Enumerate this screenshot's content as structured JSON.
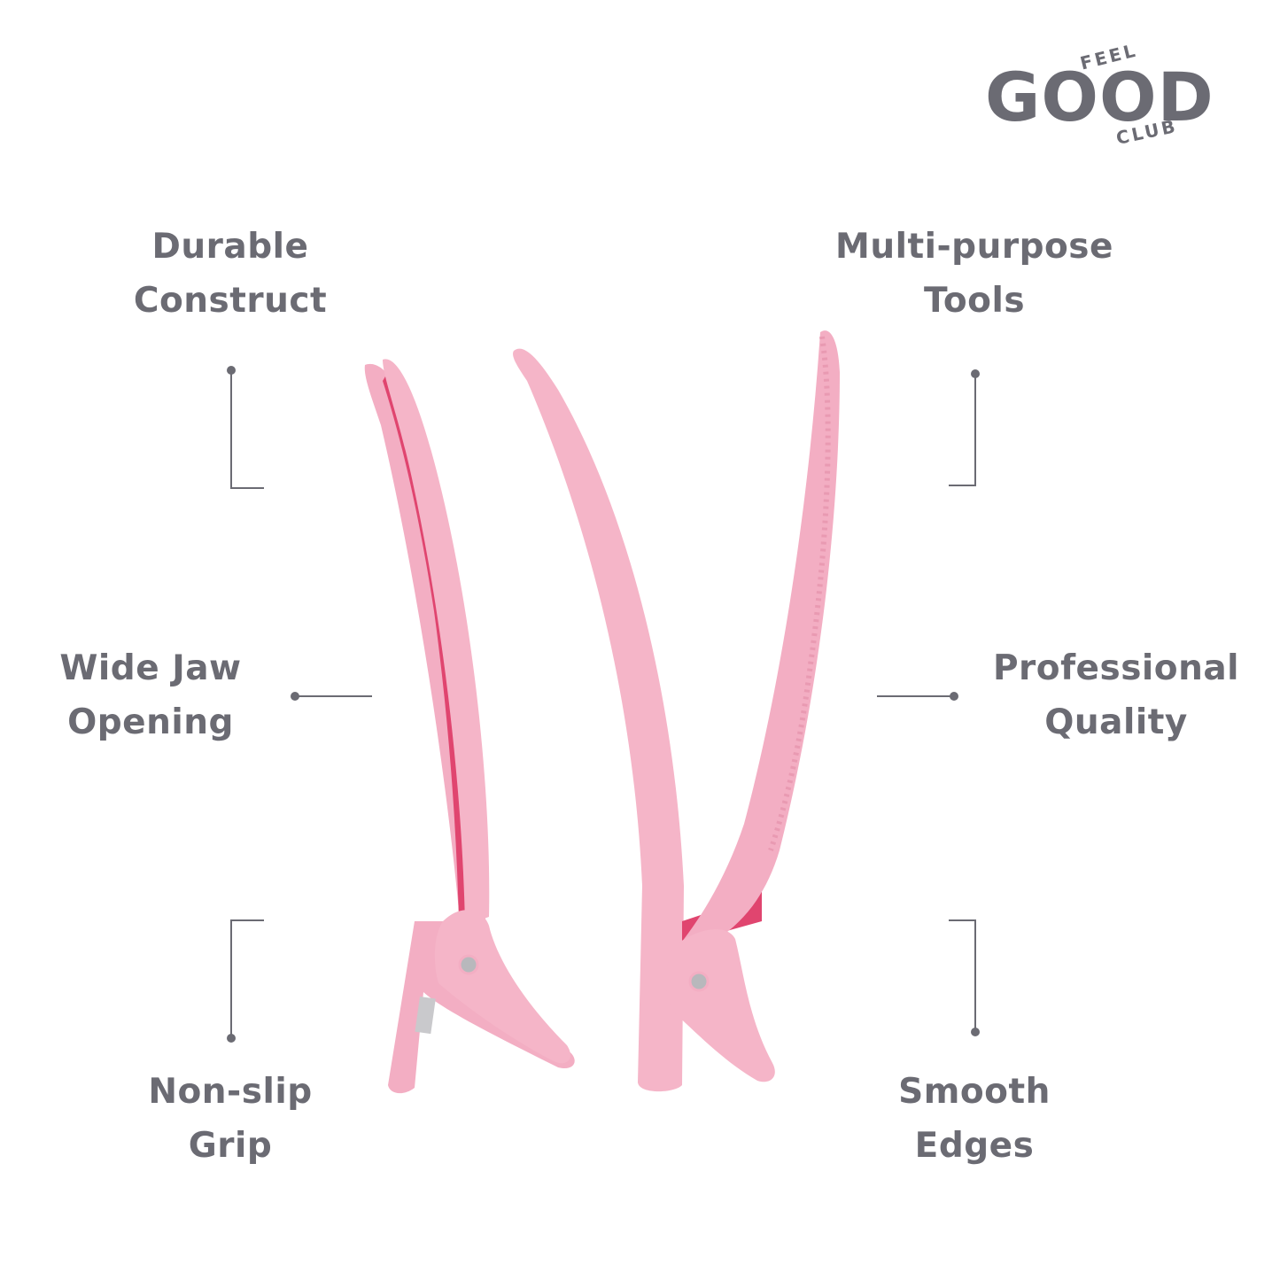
{
  "brand": {
    "top": "FEEL",
    "main": "GOOD",
    "bottom": "CLUB"
  },
  "features": {
    "durable": {
      "line1": "Durable",
      "line2": "Construct"
    },
    "multi": {
      "line1": "Multi-purpose",
      "line2": "Tools"
    },
    "widejaw": {
      "line1": "Wide Jaw",
      "line2": "Opening"
    },
    "pro": {
      "line1": "Professional",
      "line2": "Quality"
    },
    "nonslip": {
      "line1": "Non-slip",
      "line2": "Grip"
    },
    "smooth": {
      "line1": "Smooth",
      "line2": "Edges"
    }
  },
  "colors": {
    "text": "#6b6b73",
    "clip_light": "#f5b5c8",
    "clip_shade": "#e99ab2",
    "clip_inner": "#e0456f",
    "rivet": "#b8b8bc"
  },
  "icons": {
    "product": "duckbill-hair-clip-pair"
  }
}
